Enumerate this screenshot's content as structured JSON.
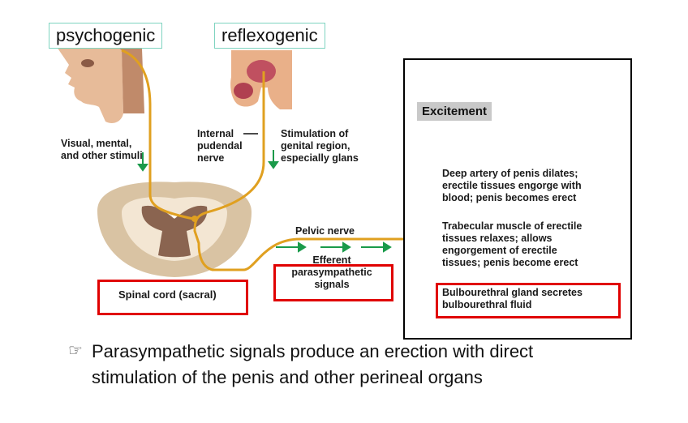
{
  "labels": {
    "psychogenic": "psychogenic",
    "reflexogenic": "reflexogenic"
  },
  "diagram": {
    "visual_stimuli": "Visual, mental,\nand other stimuli",
    "internal_pudendal": "Internal\npudendal\nnerve",
    "stimulation": "Stimulation of\ngenital region,\nespecially glans",
    "spinal_cord": "Spinal cord (sacral)",
    "pelvic_nerve": "Pelvic nerve",
    "efferent": "Efferent\nparasympathetic\nsignals",
    "excitement": "Excitement",
    "effects": [
      "Deep artery of penis dilates;\nerectile tissues engorge with\nblood; penis becomes erect",
      "Trabecular muscle of erectile\ntissues relaxes; allows\nengorgement of erectile\ntissues; penis become erect",
      "Bulbourethral gland secretes\nbulbourethral fluid"
    ]
  },
  "bullet": {
    "icon": "pointing-hand-icon",
    "line1": "Parasympathetic signals produce an erection with direct",
    "line2": "stimulation of the penis and other perineal organs"
  },
  "colors": {
    "highlight_box": "#e00000",
    "nerve": "#e0a020",
    "arrow": "#1a9a4a",
    "label_border": "#7fd4c0"
  }
}
